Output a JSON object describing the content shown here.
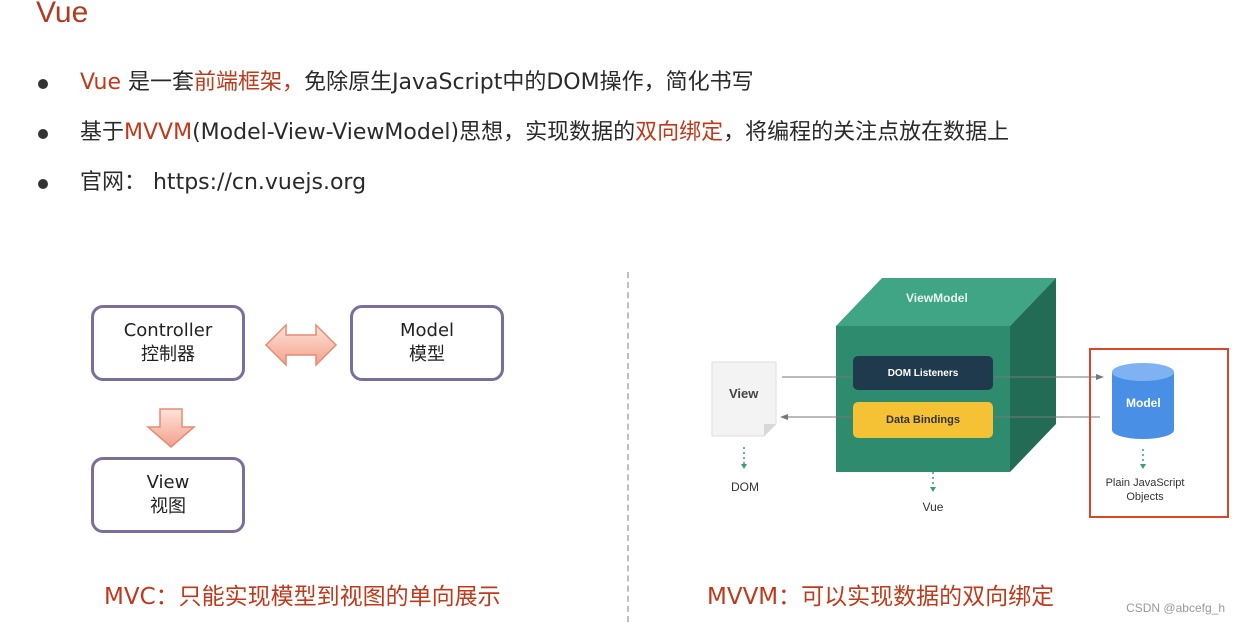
{
  "title": "Vue",
  "bullets": [
    {
      "parts": [
        {
          "text": "Vue",
          "hl": true
        },
        {
          "text": " 是一套",
          "hl": false
        },
        {
          "text": "前端框架，",
          "hl": true
        },
        {
          "text": "免除原生JavaScript中的DOM操作，简化书写",
          "hl": false
        }
      ]
    },
    {
      "parts": [
        {
          "text": "基于",
          "hl": false
        },
        {
          "text": "MVVM",
          "hl": true
        },
        {
          "text": "(Model-View-ViewModel)思想，实现数据的",
          "hl": false
        },
        {
          "text": "双向绑定",
          "hl": true
        },
        {
          "text": "，将编程的关注点放在数据上",
          "hl": false
        }
      ]
    },
    {
      "parts": [
        {
          "text": "官网：  https://cn.vuejs.org",
          "hl": false
        }
      ]
    }
  ],
  "mvc": {
    "controller": {
      "en": "Controller",
      "zh": "控制器"
    },
    "model": {
      "en": "Model",
      "zh": "模型"
    },
    "view": {
      "en": "View",
      "zh": "视图"
    },
    "caption": "MVC：只能实现模型到视图的单向展示"
  },
  "mvvm": {
    "viewmodel": "ViewModel",
    "dom_listeners": "DOM Listeners",
    "data_bindings": "Data Bindings",
    "view": "View",
    "dom": "DOM",
    "vue": "Vue",
    "model": "Model",
    "plain_objects_line1": "Plain JavaScript",
    "plain_objects_line2": "Objects",
    "caption": "MVVM：可以实现数据的双向绑定"
  },
  "watermark": "CSDN @abcefg_h",
  "colors": {
    "accent": "#c0391b",
    "box_border": "#7b6e9a",
    "cube_front": "#2e8b6e",
    "cube_top": "#3fa585",
    "cube_side": "#226c55",
    "listeners_bar": "#1f3a4d",
    "bindings_bar": "#f4c234",
    "model_cylinder": "#4a8fe6",
    "highlight_frame": "#d9472b"
  }
}
